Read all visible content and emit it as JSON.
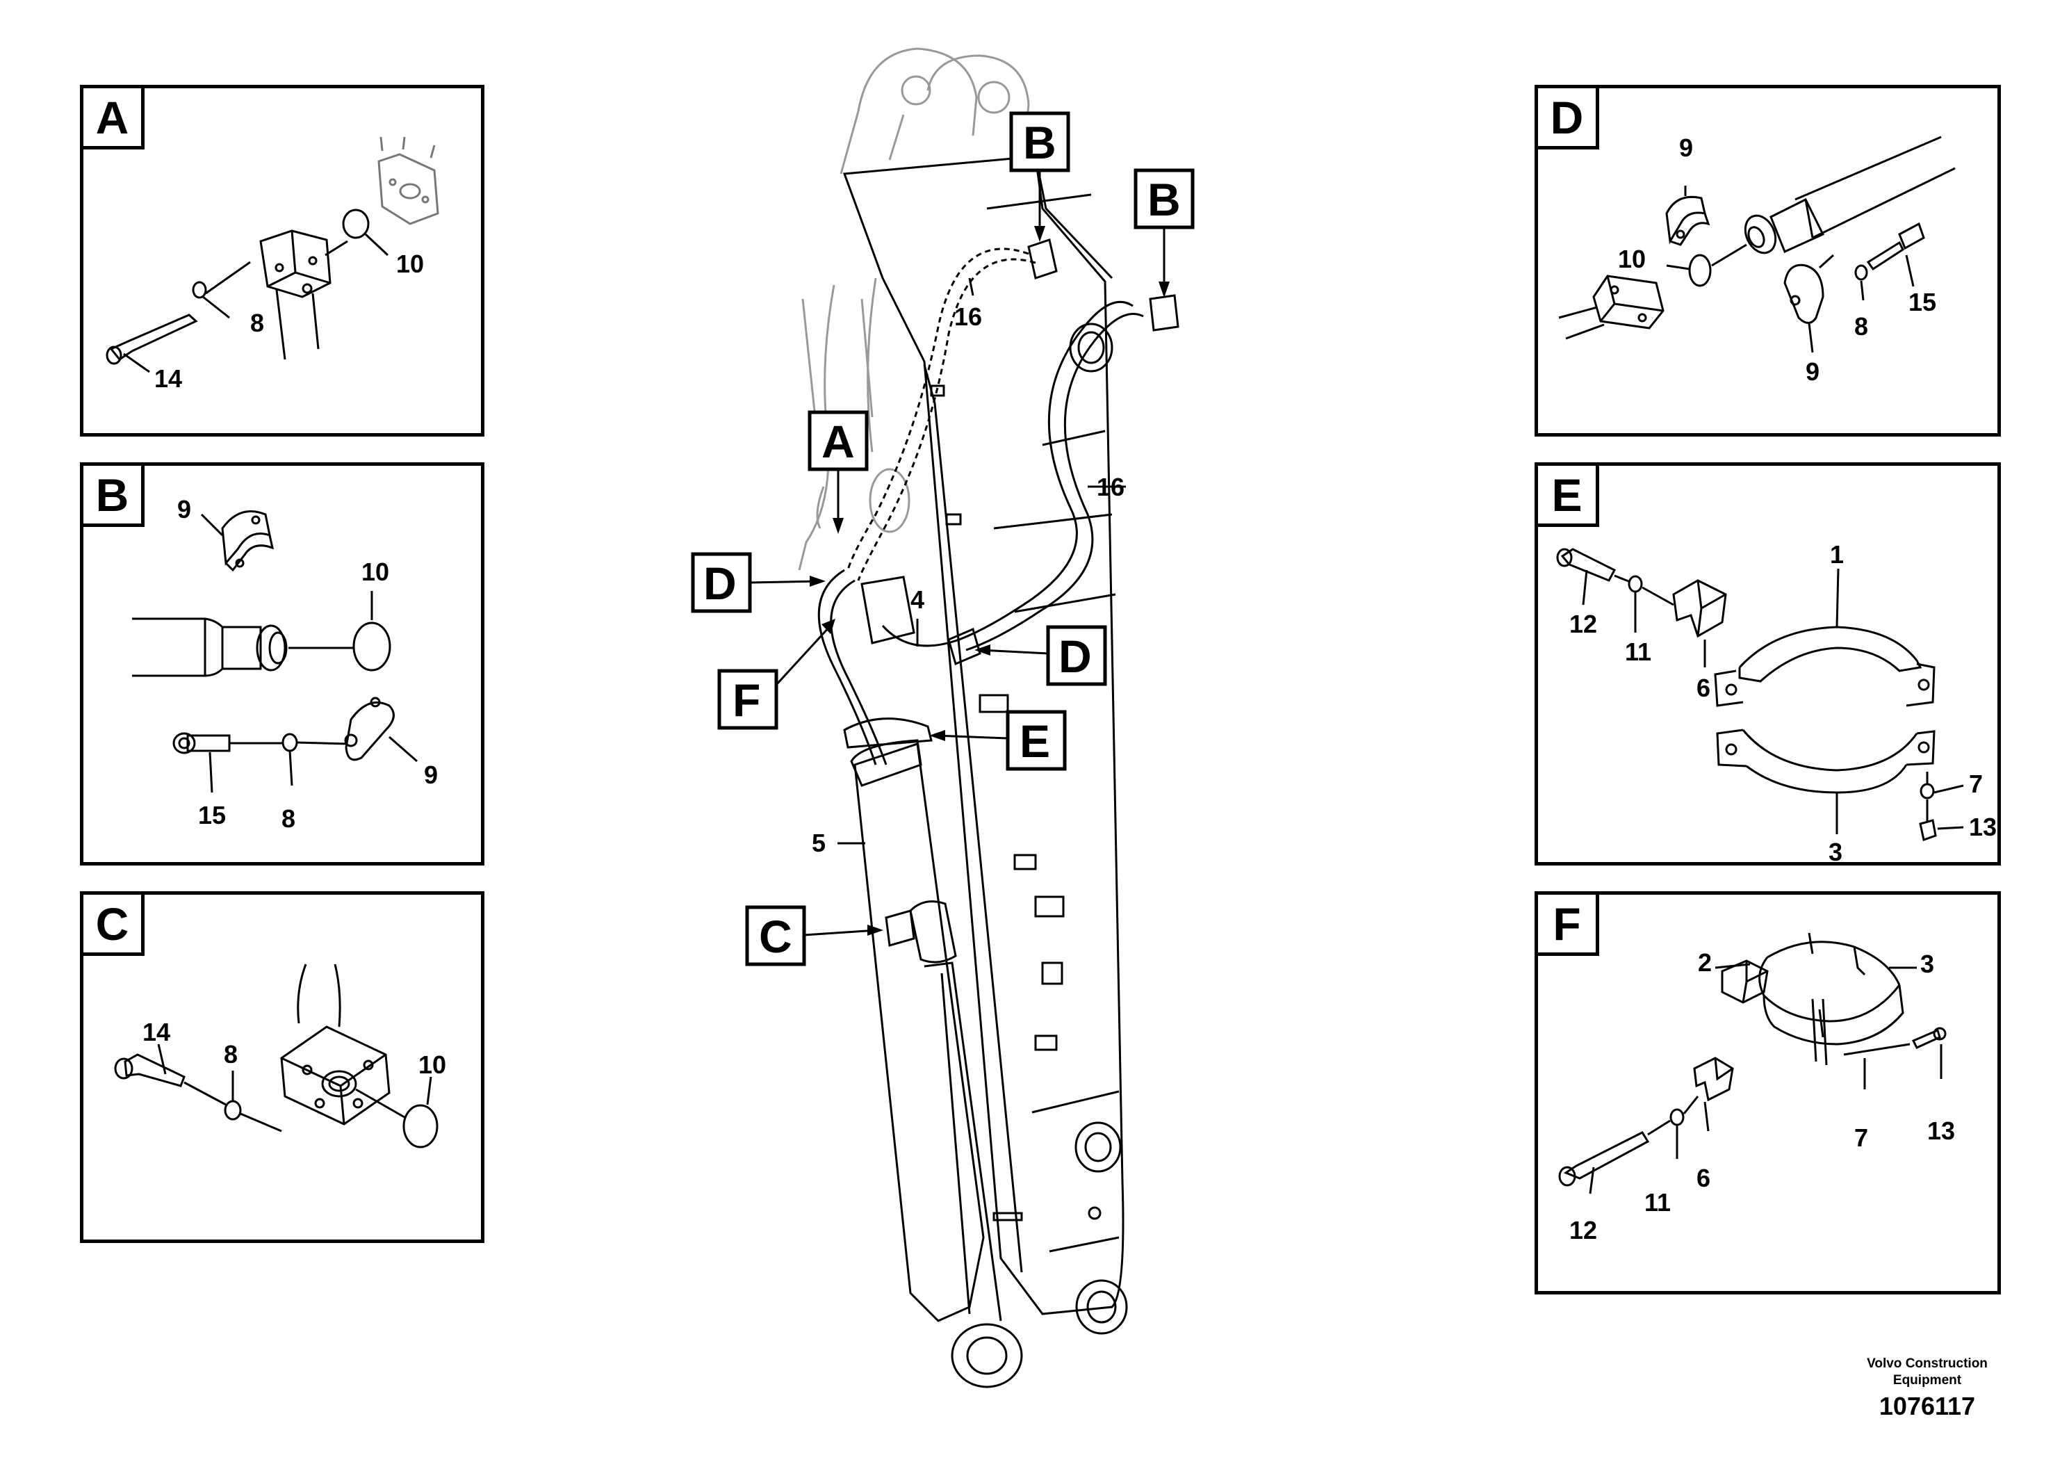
{
  "detail_panels": [
    {
      "id": "A",
      "labels": {
        "a": "10",
        "b": "8",
        "c": "14"
      }
    },
    {
      "id": "B",
      "labels": {
        "a": "9",
        "b": "10",
        "c": "15",
        "d": "8",
        "e": "9"
      }
    },
    {
      "id": "C",
      "labels": {
        "a": "14",
        "b": "8",
        "c": "10"
      }
    },
    {
      "id": "D",
      "labels": {
        "a": "9",
        "b": "10",
        "c": "15",
        "d": "8",
        "e": "9"
      }
    },
    {
      "id": "E",
      "labels": {
        "a": "1",
        "b": "12",
        "c": "11",
        "d": "6",
        "e": "7",
        "f": "3",
        "g": "13"
      }
    },
    {
      "id": "F",
      "labels": {
        "a": "2",
        "b": "3",
        "c": "13",
        "d": "7",
        "e": "6",
        "f": "11",
        "g": "12"
      }
    }
  ],
  "main_callouts": {
    "B1": "B",
    "B2": "B",
    "A": "A",
    "D1": "D",
    "D2": "D",
    "F": "F",
    "E": "E",
    "C": "C"
  },
  "main_labels": {
    "hose_upper": "16",
    "hose_right": "16",
    "pipe": "4",
    "cylinder": "5"
  },
  "footer": {
    "company": "Volvo Construction Equipment",
    "doc_number": "1076117"
  }
}
